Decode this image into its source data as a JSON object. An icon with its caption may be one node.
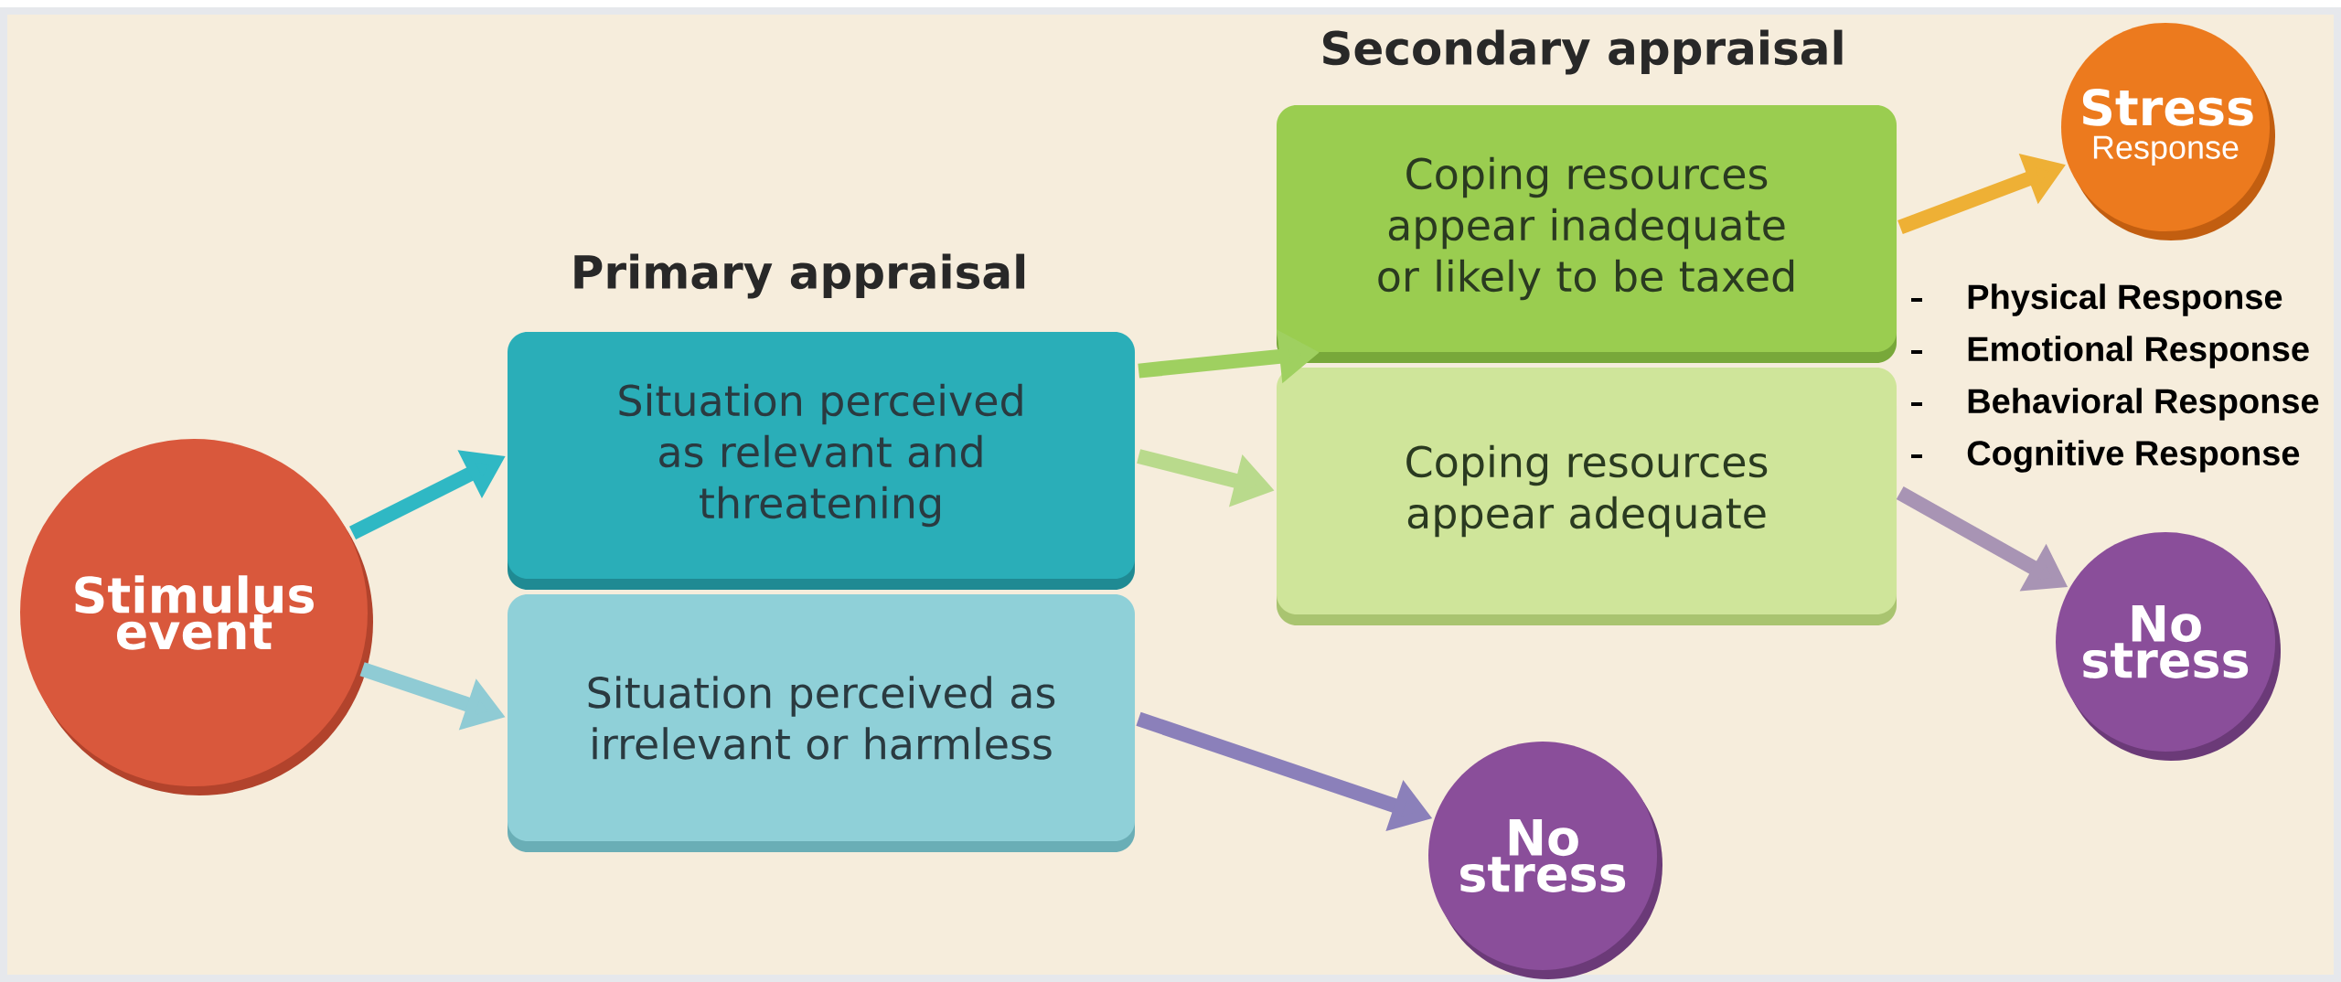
{
  "diagram": {
    "nodes": [
      {
        "text": [
          "Stimulus event"
        ]
      },
      {
        "text": [
          "Situation perceived as relevant and threatening"
        ]
      },
      {
        "text": [
          "Situation perceived as irrelevant or harmless"
        ]
      },
      {
        "text": [
          "Coping resources appear inadequate or likely to be taxed"
        ]
      },
      {
        "text": [
          "Coping resources appear adequate"
        ]
      },
      {
        "text": [
          "Stress",
          "Response"
        ]
      },
      {
        "text": [
          "No stress"
        ]
      },
      {
        "text": [
          "No stress"
        ]
      }
    ],
    "edges": [
      {
        "from": 0,
        "to": 1,
        "arrow": "to",
        "color": "#2fb8c4"
      },
      {
        "from": 0,
        "to": 2,
        "arrow": "to",
        "color": "#8fcbd4"
      },
      {
        "from": 1,
        "to": 3,
        "arrow": "to",
        "color": "#9fd060"
      },
      {
        "from": 1,
        "to": 4,
        "arrow": "to",
        "color": "#b9da8c"
      },
      {
        "from": 3,
        "to": 5,
        "arrow": "to",
        "color": "#eeb035"
      },
      {
        "from": 4,
        "to": 6,
        "arrow": "to",
        "color": "#a894b4"
      },
      {
        "from": 2,
        "to": 7,
        "arrow": "to",
        "color": "#8b80ba"
      }
    ],
    "labels": [
      "Secondary appraisal",
      "Primary appraisal",
      "Physical Response",
      "Emotional Response",
      "Behavioral Response",
      "Cognitive Response"
    ]
  }
}
